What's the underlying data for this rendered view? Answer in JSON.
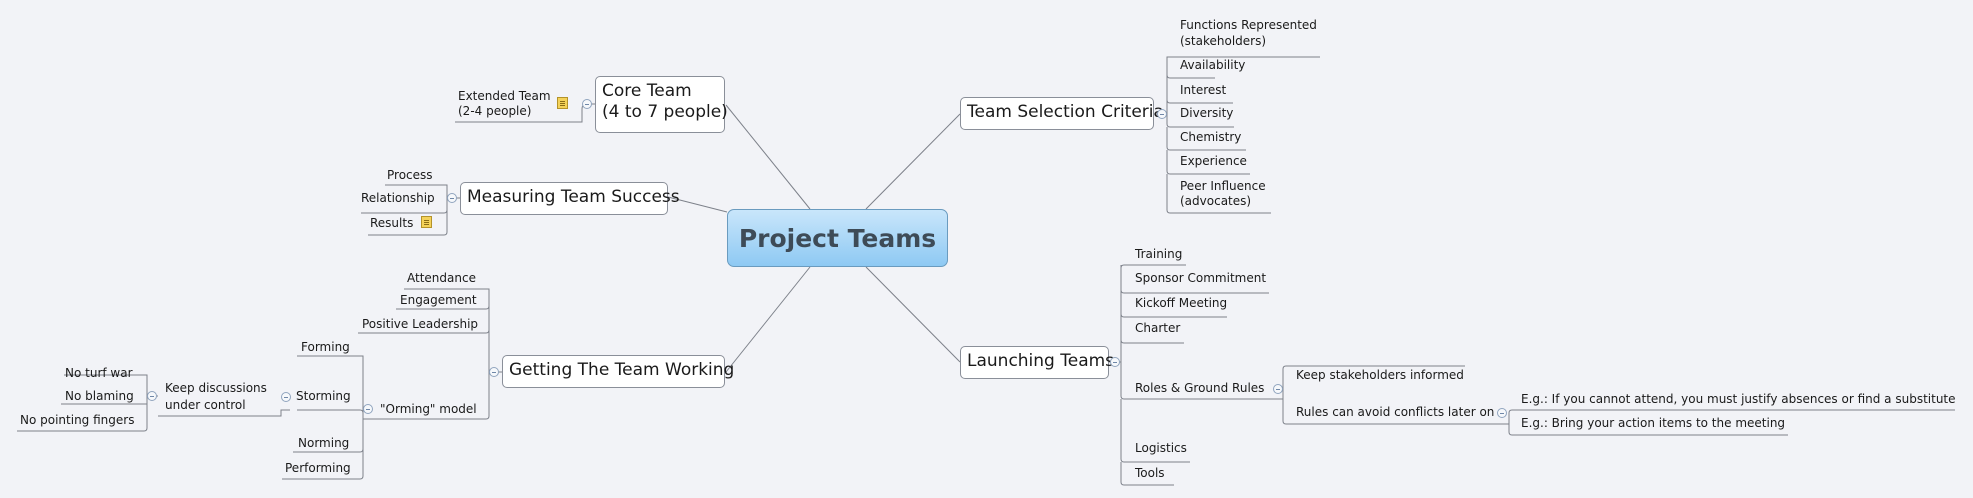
{
  "root": "Project Teams",
  "core_team": {
    "title_line1": "Core Team",
    "title_line2": "(4 to 7 people)",
    "child_line1": "Extended Team",
    "child_line2": "(2-4 people)"
  },
  "measuring": {
    "title": "Measuring Team Success",
    "items": [
      "Process",
      "Relationship",
      "Results"
    ]
  },
  "working": {
    "title": "Getting The Team Working",
    "items": [
      "Attendance",
      "Engagement",
      "Positive Leadership"
    ],
    "orming": {
      "label": "\"Orming\" model",
      "stages": [
        "Forming",
        "Storming",
        "Norming",
        "Performing"
      ],
      "storming_child_line1": "Keep discussions",
      "storming_child_line2": "under control",
      "rules": [
        "No turf war",
        "No blaming",
        "No pointing fingers"
      ]
    }
  },
  "selection": {
    "title": "Team Selection Criteria",
    "first_line1": "Functions Represented",
    "first_line2": "(stakeholders)",
    "items": [
      "Availability",
      "Interest",
      "Diversity",
      "Chemistry",
      "Experience"
    ],
    "last_line1": "Peer Influence",
    "last_line2": "(advocates)"
  },
  "launching": {
    "title": "Launching Teams",
    "items": [
      "Training",
      "Sponsor Commitment",
      "Kickoff Meeting",
      "Charter",
      "Roles & Ground Rules",
      "Logistics",
      "Tools"
    ],
    "roles_children": [
      "Keep stakeholders informed",
      "Rules can avoid conflicts later on"
    ],
    "examples": [
      "E.g.: If you cannot attend, you must justify absences or find a substitute",
      "E.g.: Bring your action items to the meeting"
    ]
  }
}
